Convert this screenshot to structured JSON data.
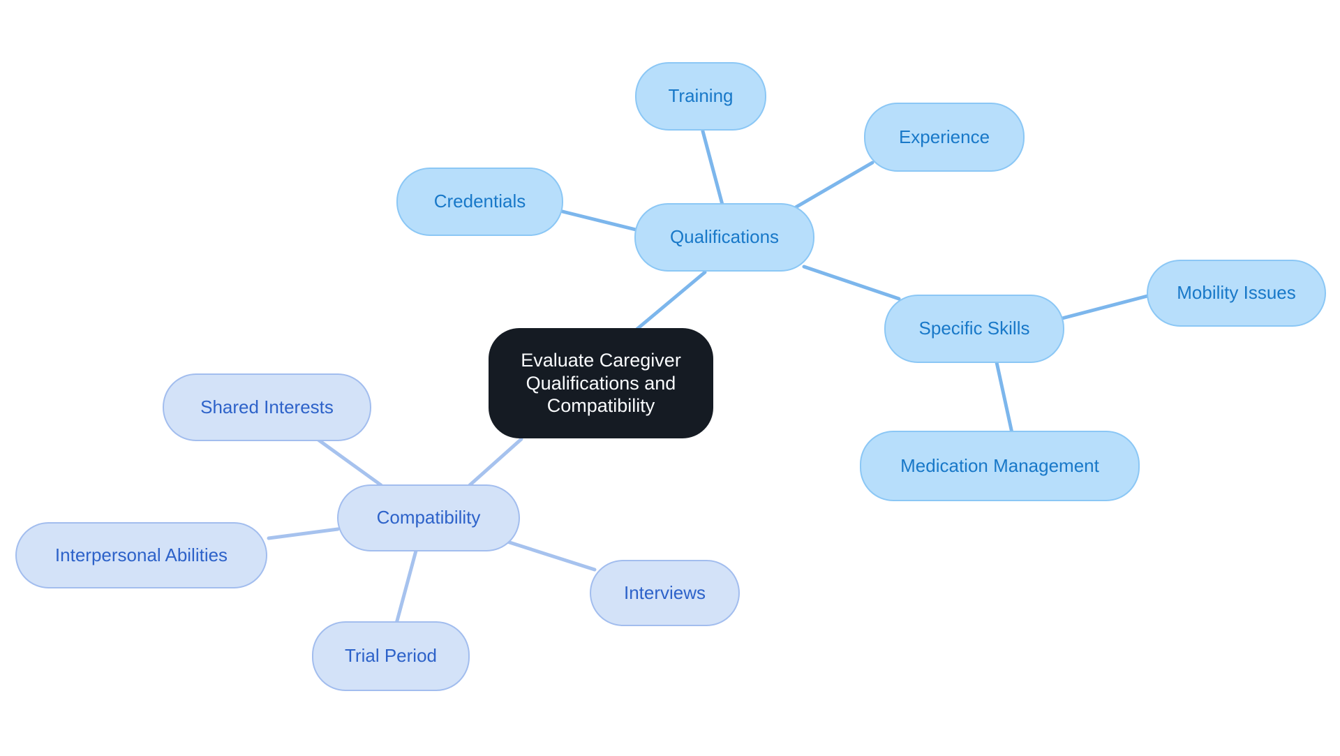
{
  "mindmap": {
    "type": "mindmap-diagram",
    "root": {
      "label": "Evaluate Caregiver Qualifications and Compatibility"
    },
    "nodes": {
      "qualifications": {
        "label": "Qualifications"
      },
      "training": {
        "label": "Training"
      },
      "experience": {
        "label": "Experience"
      },
      "credentials": {
        "label": "Credentials"
      },
      "specific_skills": {
        "label": "Specific Skills"
      },
      "mobility_issues": {
        "label": "Mobility Issues"
      },
      "medication_management": {
        "label": "Medication Management"
      },
      "compatibility": {
        "label": "Compatibility"
      },
      "shared_interests": {
        "label": "Shared Interests"
      },
      "interpersonal_abilities": {
        "label": "Interpersonal Abilities"
      },
      "trial_period": {
        "label": "Trial Period"
      },
      "interviews": {
        "label": "Interviews"
      }
    },
    "structure": {
      "root_children": [
        "qualifications",
        "compatibility"
      ],
      "qualifications_children": [
        "training",
        "experience",
        "credentials",
        "specific_skills"
      ],
      "specific_skills_children": [
        "mobility_issues",
        "medication_management"
      ],
      "compatibility_children": [
        "shared_interests",
        "interpersonal_abilities",
        "trial_period",
        "interviews"
      ]
    },
    "colors": {
      "root_fill": "#151b23",
      "root_text": "#fafcfe",
      "sky_fill": "#b7defb",
      "sky_border": "#8bc7f5",
      "sky_text": "#1878c8",
      "sky_edge": "#7cb6ec",
      "peri_fill": "#d3e2f8",
      "peri_border": "#a2bdee",
      "peri_text": "#2d62c9",
      "peri_edge": "#a6c2ee",
      "background": "#ffffff"
    }
  }
}
